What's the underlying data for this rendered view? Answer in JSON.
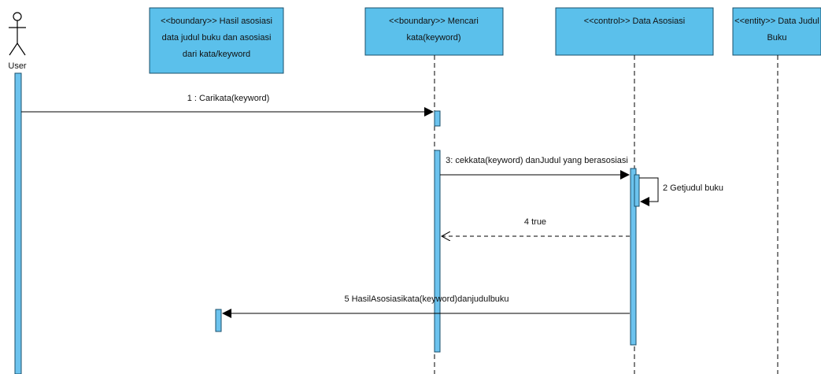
{
  "actor": {
    "label": "User"
  },
  "lifelines": [
    {
      "id": "hasil",
      "stereotype": "<<boundary>>",
      "lines": [
        "<<boundary>> Hasil asosiasi",
        "data judul buku dan asosiasi",
        "dari kata/keyword"
      ]
    },
    {
      "id": "mencari",
      "stereotype": "<<boundary>>",
      "lines": [
        "<<boundary>> Mencari",
        "kata(keyword)"
      ]
    },
    {
      "id": "data-asosiasi",
      "stereotype": "<<control>>",
      "lines": [
        "<<control>> Data Asosiasi"
      ]
    },
    {
      "id": "data-judul",
      "stereotype": "<<entity>>",
      "lines": [
        "<<entity>> Data Judul",
        "Buku"
      ]
    }
  ],
  "messages": [
    {
      "label": "1 : Carikata(keyword)",
      "kind": "sync"
    },
    {
      "label": "3: cekkata(keyword) danJudul yang berasosiasi",
      "kind": "sync"
    },
    {
      "label": "2 Getjudul buku",
      "kind": "self"
    },
    {
      "label": "4 true",
      "kind": "return"
    },
    {
      "label": "5 HasilAsosiasikata(keyword)danjudulbuku",
      "kind": "sync"
    }
  ],
  "colors": {
    "box_fill": "#5bc0eb",
    "box_stroke": "#1a4f6b",
    "activation": "#6cc3ee",
    "line": "#000000"
  }
}
